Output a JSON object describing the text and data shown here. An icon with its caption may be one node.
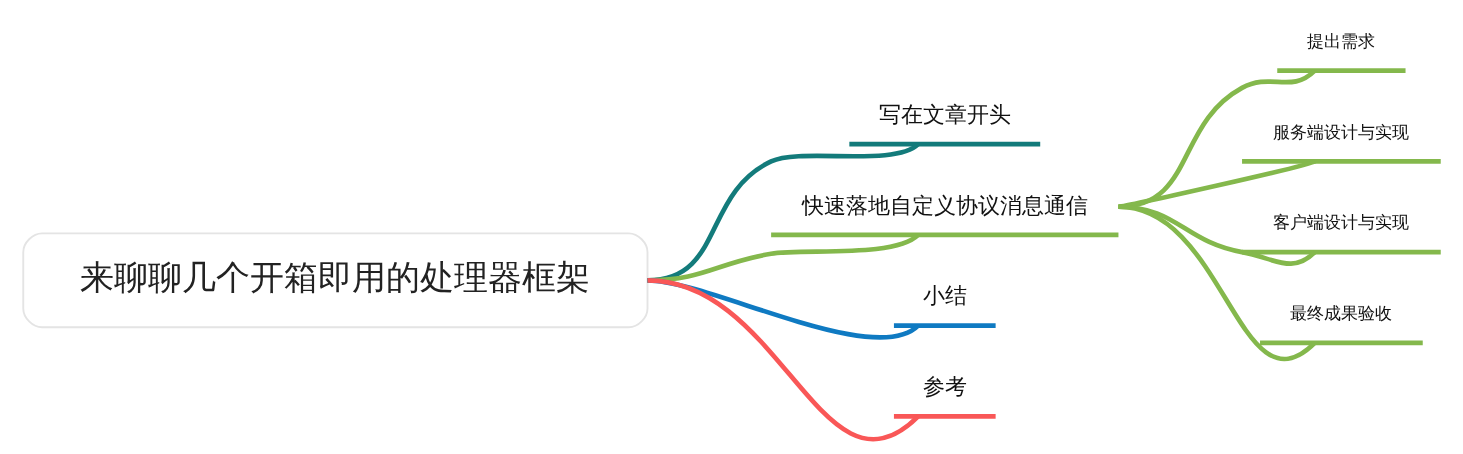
{
  "diagram": {
    "nodes": [
      {
        "text": [
          "来聊聊几个开箱即用的处理器框架"
        ]
      },
      {
        "text": [
          "写在文章开头"
        ]
      },
      {
        "text": [
          "快速落地自定义协议消息通信"
        ]
      },
      {
        "text": [
          "提出需求"
        ]
      },
      {
        "text": [
          "服务端设计与实现"
        ]
      },
      {
        "text": [
          "客户端设计与实现"
        ]
      },
      {
        "text": [
          "最终成果验收"
        ]
      },
      {
        "text": [
          "小结"
        ]
      },
      {
        "text": [
          "参考"
        ]
      }
    ],
    "edges": [
      {
        "from": 0,
        "to": 1,
        "arrow": "none",
        "color": "#137b7b"
      },
      {
        "from": 0,
        "to": 2,
        "arrow": "none"
      },
      {
        "from": 2,
        "to": 3,
        "arrow": "none"
      },
      {
        "from": 2,
        "to": 4,
        "arrow": "none"
      },
      {
        "from": 2,
        "to": 5,
        "arrow": "none"
      },
      {
        "from": 2,
        "to": 6,
        "arrow": "none"
      },
      {
        "from": 0,
        "to": 7,
        "arrow": "none",
        "color": "#0f7ac2"
      },
      {
        "from": 0,
        "to": 8,
        "arrow": "none",
        "color": "#f95757"
      }
    ]
  }
}
